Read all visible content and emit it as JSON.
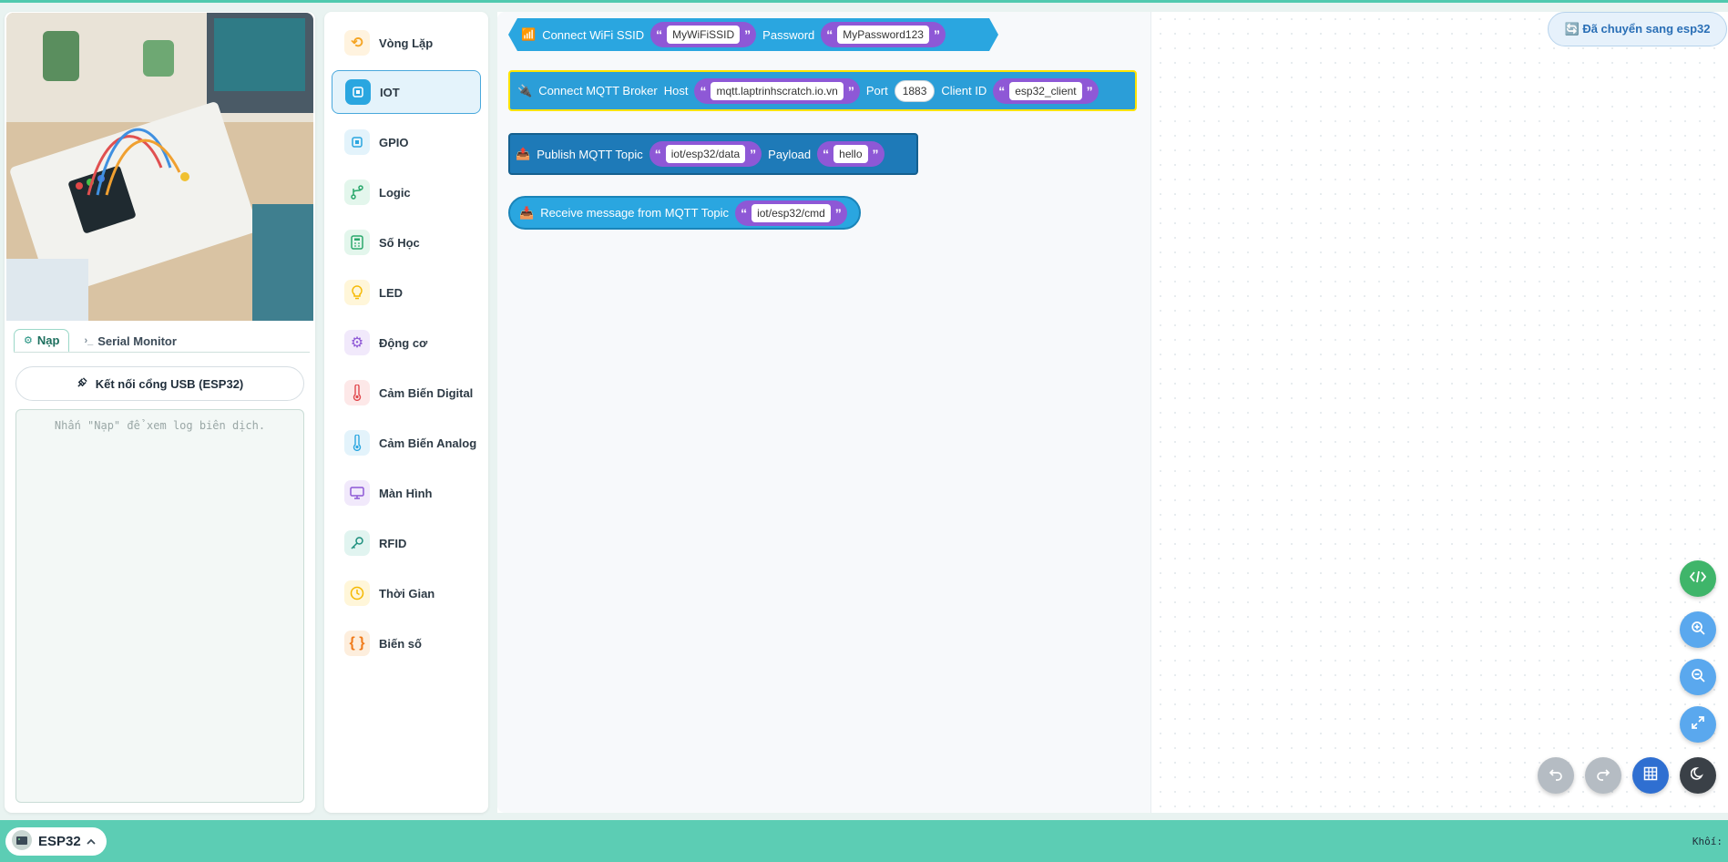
{
  "left": {
    "tabs": [
      {
        "label": "Nạp",
        "icon": "gear-icon"
      },
      {
        "label": "Serial Monitor",
        "icon": "terminal-icon"
      }
    ],
    "usb_button": "Kết nối cổng USB (ESP32)",
    "log_placeholder": "Nhấn \"Nạp\" để xem log biên dịch."
  },
  "categories": [
    {
      "label": "Vòng Lặp",
      "icon": "loop-icon",
      "color": "#f5a524",
      "bg": "#fff3df"
    },
    {
      "label": "IOT",
      "icon": "chip-icon",
      "color": "#ffffff",
      "bg": "#2aa6e0",
      "active": true
    },
    {
      "label": "GPIO",
      "icon": "chip-icon",
      "color": "#2aa6e0",
      "bg": "#e3f3fb"
    },
    {
      "label": "Logic",
      "icon": "branch-icon",
      "color": "#2aa86c",
      "bg": "#e3f6ec"
    },
    {
      "label": "Số Học",
      "icon": "calculator-icon",
      "color": "#2aa86c",
      "bg": "#e3f6ec"
    },
    {
      "label": "LED",
      "icon": "bulb-icon",
      "color": "#f5b800",
      "bg": "#fff6d9"
    },
    {
      "label": "Động cơ",
      "icon": "cog-icon",
      "color": "#8e58d6",
      "bg": "#f1e9fb"
    },
    {
      "label": "Cảm Biến Digital",
      "icon": "thermometer-icon",
      "color": "#e0474c",
      "bg": "#fde8e8"
    },
    {
      "label": "Cảm Biến Analog",
      "icon": "thermometer-icon",
      "color": "#2aa6e0",
      "bg": "#e3f3fb"
    },
    {
      "label": "Màn Hình",
      "icon": "monitor-icon",
      "color": "#8e58d6",
      "bg": "#f1e9fb"
    },
    {
      "label": "RFID",
      "icon": "key-icon",
      "color": "#1d8f7d",
      "bg": "#e1f4f0"
    },
    {
      "label": "Thời Gian",
      "icon": "clock-icon",
      "color": "#f5b800",
      "bg": "#fff6d9"
    },
    {
      "label": "Biến số",
      "icon": "braces-icon",
      "color": "#f07b1a",
      "bg": "#fdeedd"
    }
  ],
  "blocks": {
    "wifi": {
      "icon": "📶",
      "label": "Connect WiFi SSID",
      "ssid": "MyWiFiSSID",
      "password_label": "Password",
      "password": "MyPassword123"
    },
    "mqtt_connect": {
      "icon": "🔌",
      "label": "Connect MQTT Broker",
      "host_label": "Host",
      "host": "mqtt.laptrinhscratch.io.vn",
      "port_label": "Port",
      "port": "1883",
      "client_label": "Client ID",
      "client": "esp32_client"
    },
    "publish": {
      "icon": "📤",
      "label": "Publish MQTT Topic",
      "topic": "iot/esp32/data",
      "payload_label": "Payload",
      "payload": "hello"
    },
    "receive": {
      "icon": "📥",
      "label": "Receive message from MQTT Topic",
      "topic": "iot/esp32/cmd"
    },
    "quote_open": "“",
    "quote_close": "”"
  },
  "switch_badge": "🔄 Đã chuyển sang esp32",
  "bottom": {
    "board": "ESP32",
    "blocks_label": "Khối:"
  }
}
